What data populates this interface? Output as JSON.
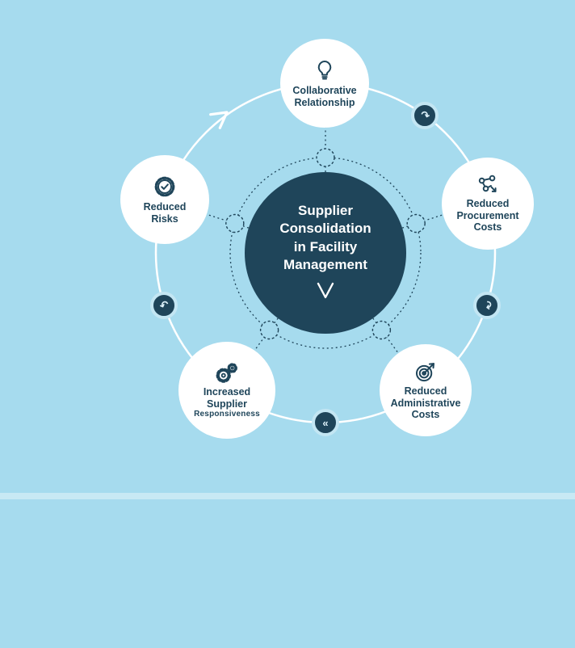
{
  "colors": {
    "background": "#A6DBEE",
    "accent_dark": "#1F455A",
    "node_fill": "#FFFFFF",
    "badge_halo": "#C3E6F3",
    "divider": "#C8E9F4"
  },
  "center": {
    "title_lines": [
      "Supplier",
      "Consolidation",
      "in Facility",
      "Management"
    ],
    "logo_glyph": "V"
  },
  "nodes": [
    {
      "id": "collaborative-relationship",
      "icon": "lightbulb-icon",
      "label_lines": [
        "Collaborative",
        "Relationship"
      ]
    },
    {
      "id": "reduced-procurement-costs",
      "icon": "network-icon",
      "label_lines": [
        "Reduced",
        "Procurement",
        "Costs"
      ]
    },
    {
      "id": "reduced-administrative-costs",
      "icon": "target-icon",
      "label_lines": [
        "Reduced",
        "Administrative",
        "Costs"
      ]
    },
    {
      "id": "increased-supplier-responsiveness",
      "icon": "gears-icon",
      "label_lines": [
        "Increased",
        "Supplier",
        "Responsiveness"
      ]
    },
    {
      "id": "reduced-risks",
      "icon": "badge-check-icon",
      "label_lines": [
        "Reduced",
        "Risks"
      ]
    }
  ],
  "badges": [
    {
      "icon": "curved-arrow-icon",
      "glyph": "↷"
    },
    {
      "icon": "curved-arrow-icon",
      "glyph": "↷"
    },
    {
      "icon": "double-chevron-icon",
      "glyph": "«"
    },
    {
      "icon": "curved-arrow-icon",
      "glyph": "↶"
    }
  ]
}
